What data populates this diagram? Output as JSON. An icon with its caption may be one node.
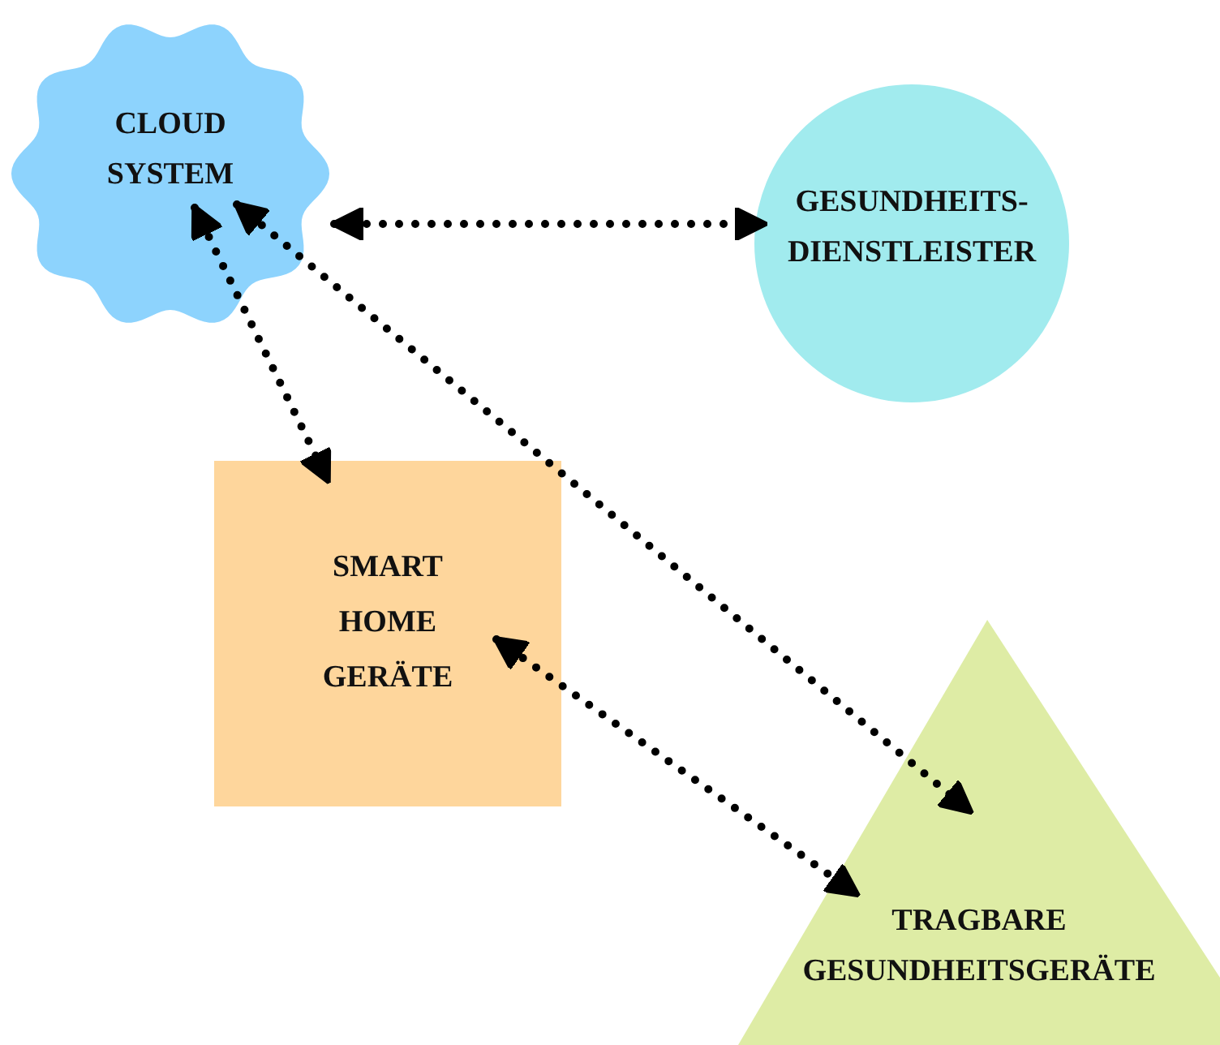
{
  "diagram": {
    "nodes": [
      {
        "text": [
          "CLOUD SYSTEM"
        ]
      },
      {
        "text": [
          "GESUNDHEITS- DIENSTLEISTER"
        ]
      },
      {
        "text": [
          "SMART HOME GERÄTE"
        ]
      },
      {
        "text": [
          "TRAGBARE GESUNDHEITSGERÄTE"
        ]
      }
    ],
    "edges": [
      {
        "from": 0,
        "to": 1,
        "arrow": "both"
      },
      {
        "from": 0,
        "to": 2,
        "arrow": "both"
      },
      {
        "from": 0,
        "to": 3,
        "arrow": "both"
      },
      {
        "from": 2,
        "to": 3,
        "arrow": "both"
      }
    ]
  }
}
